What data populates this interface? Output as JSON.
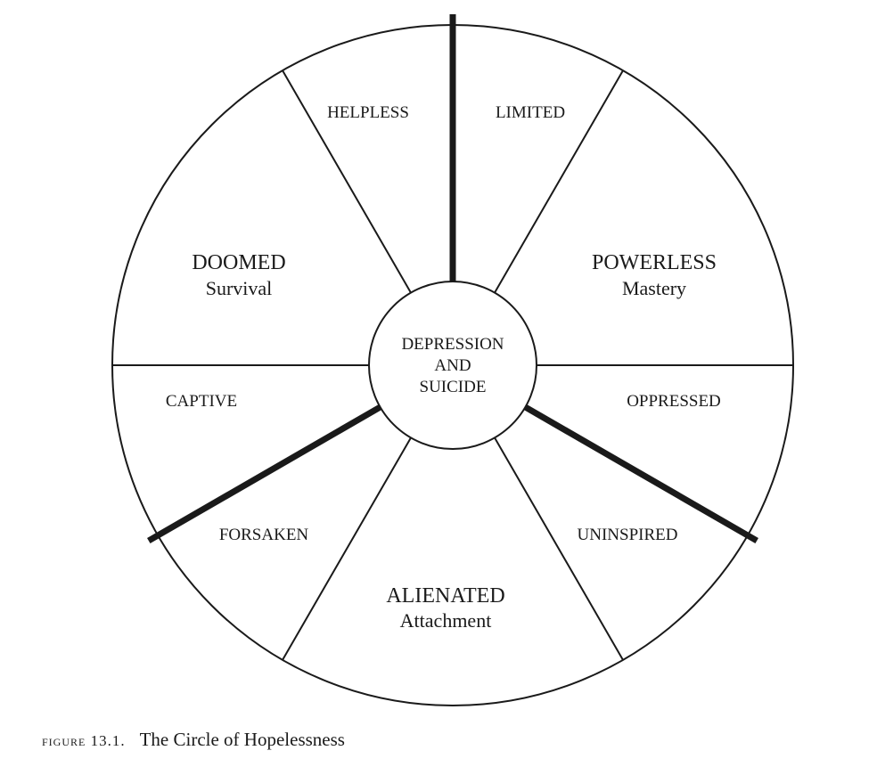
{
  "diagram": {
    "center": [
      "DEPRESSION",
      "AND",
      "SUICIDE"
    ],
    "major": [
      {
        "title": "DOOMED",
        "sub": "Survival"
      },
      {
        "title": "POWERLESS",
        "sub": "Mastery"
      },
      {
        "title": "ALIENATED",
        "sub": "Attachment"
      }
    ],
    "minor": {
      "helpless": "HELPLESS",
      "limited": "LIMITED",
      "captive": "CAPTIVE",
      "oppressed": "OPPRESSED",
      "forsaken": "FORSAKEN",
      "uninspired": "UNINSPIRED"
    }
  },
  "caption": {
    "figure": "figure 13.1.",
    "title": "The Circle of Hopelessness"
  }
}
